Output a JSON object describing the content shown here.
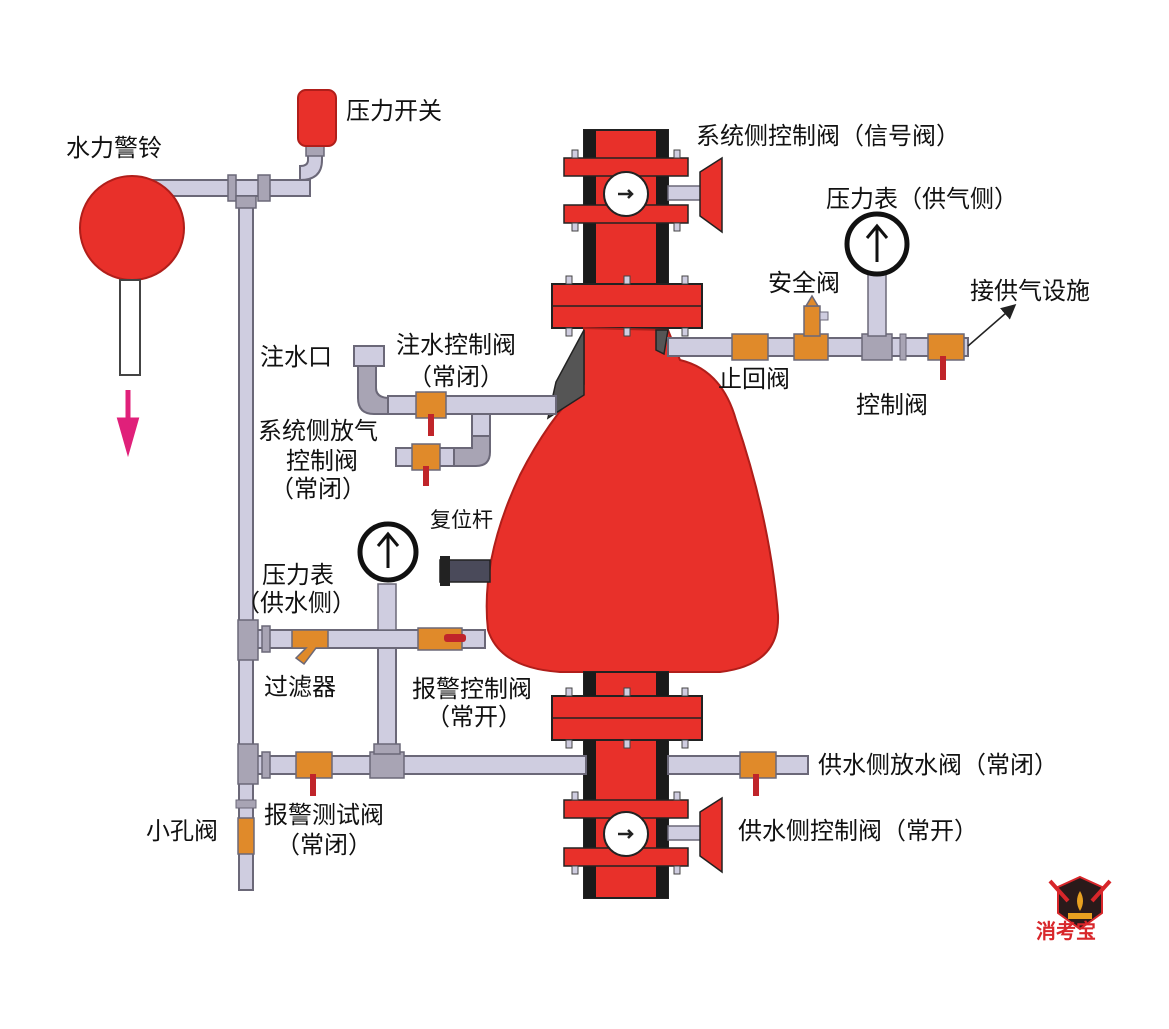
{
  "labels": {
    "water_gong": "水力警铃",
    "pressure_switch": "压力开关",
    "system_ctrl_valve": "系统侧控制阀（信号阀）",
    "gauge_air": "压力表（供气侧）",
    "safety_valve": "安全阀",
    "air_supply": "接供气设施",
    "check_valve": "止回阀",
    "control_valve": "控制阀",
    "fill_port": "注水口",
    "fill_ctrl_valve": "注水控制阀",
    "fill_ctrl_state": "（常闭）",
    "vent_line1": "系统侧放气",
    "vent_line2": "控制阀",
    "vent_line3": "（常闭）",
    "reset_rod": "复位杆",
    "gauge_water_line1": "压力表",
    "gauge_water_line2": "（供水侧）",
    "strainer": "过滤器",
    "alarm_ctrl_line1": "报警控制阀",
    "alarm_ctrl_line2": "（常开）",
    "drain_valve": "供水侧放水阀（常闭）",
    "orifice_valve": "小孔阀",
    "alarm_test_line1": "报警测试阀",
    "alarm_test_line2": "（常闭）",
    "supply_ctrl_valve": "供水侧控制阀（常开）",
    "logo_text": "消考宝"
  },
  "colors": {
    "valve_red": "#e8302a",
    "pipe": "#cfcde0",
    "pipe_stroke": "#6b6878",
    "valve_orange": "#e08a2a",
    "arrow_pink": "#e0207a"
  }
}
